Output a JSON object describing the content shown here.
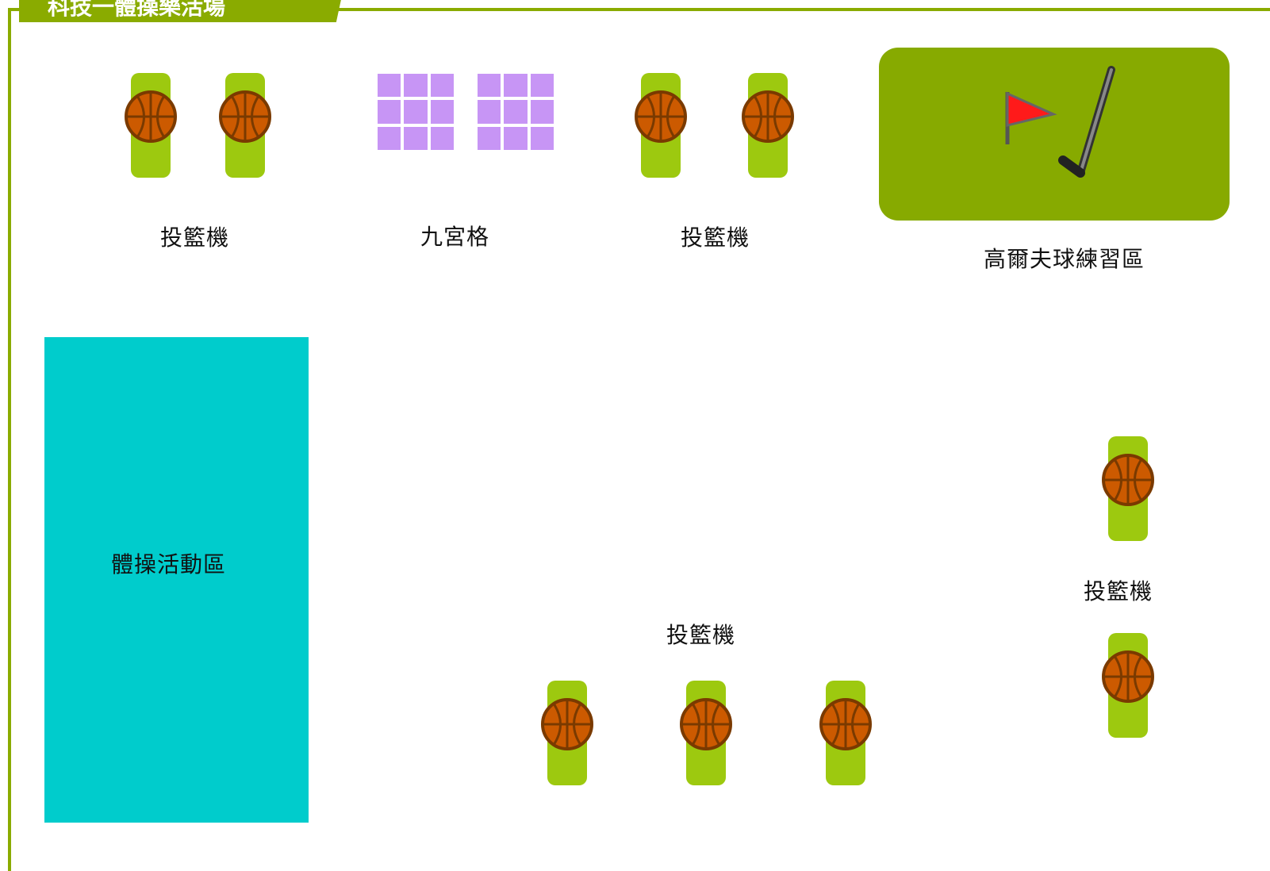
{
  "header": {
    "tab_title": "科技一體操樂活場"
  },
  "labels": {
    "basket_1": "投籃機",
    "nine_grid": "九宮格",
    "basket_2": "投籃機",
    "golf": "高爾夫球練習區",
    "gym": "體操活動區",
    "basket_3": "投籃機",
    "basket_4": "投籃機"
  },
  "colors": {
    "frame": "#8aab00",
    "machine_post": "#9dc90f",
    "basketball": "#cc5a00",
    "nine_grid": "#c795f5",
    "golf_area": "#87aa00",
    "gym_area": "#00cccc",
    "flag": "#ff1a1a"
  },
  "icons": [
    "basketball-icon",
    "golf-flag-icon",
    "golf-club-icon"
  ]
}
